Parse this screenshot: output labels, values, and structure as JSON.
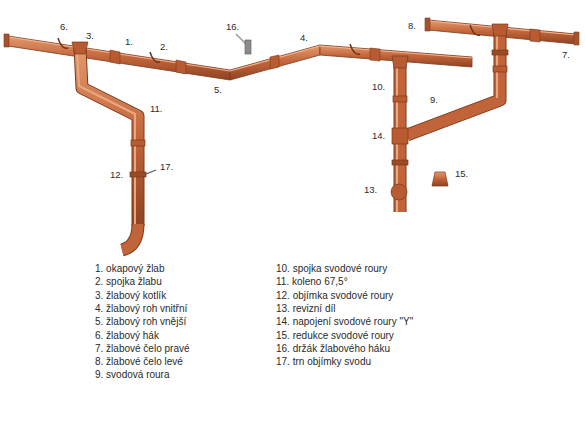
{
  "diagram": {
    "labels": [
      "6.",
      "3.",
      "1.",
      "2.",
      "16.",
      "5.",
      "4.",
      "8.",
      "7.",
      "10.",
      "11.",
      "9.",
      "14.",
      "17.",
      "12.",
      "15.",
      "13.",
      "1. okapový žlab",
      "2. spojka žlabu",
      "3. žlabový kotlík",
      "4. žlabový roh vnitřní",
      "5. žlabový roh vnější",
      "6. žlabový hák",
      "7. žlabové čelo pravé",
      "8. žlabové čelo levé",
      "9. svodová roura",
      "10. spojka svodové roury",
      "11. koleno 67,5°",
      "12. objímka svodové roury",
      "13. revizní díl",
      "14. napojení svodové roury \"Y\"",
      "15. redukce svodové roury",
      "16. držák žlabového háku",
      "17. trn objímky svodu"
    ]
  }
}
